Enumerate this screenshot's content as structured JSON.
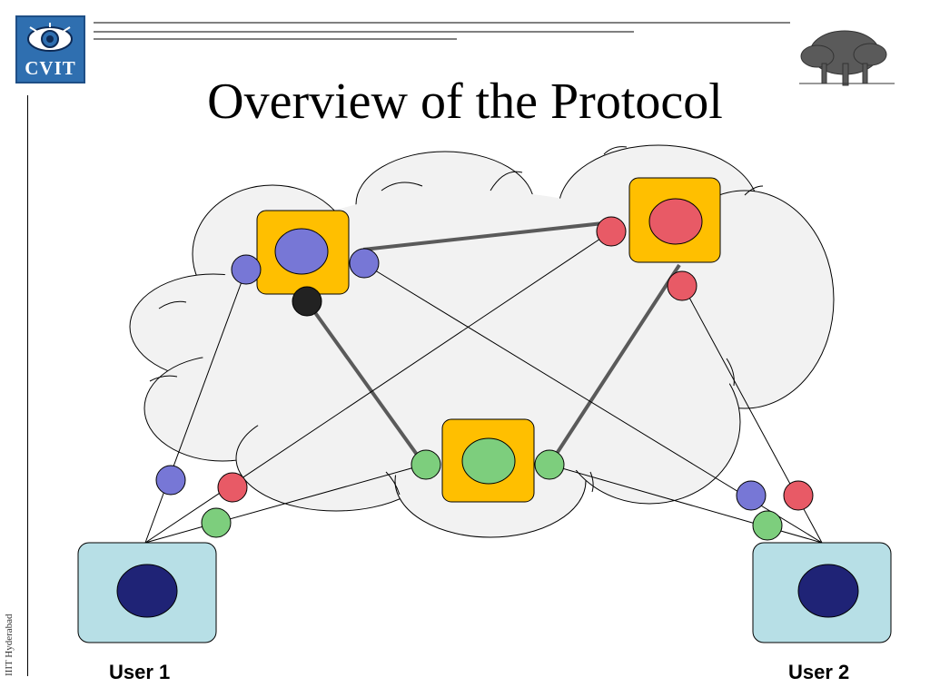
{
  "slide": {
    "title": "Overview of the Protocol",
    "logo_text": "CVIT",
    "side_text": "IIIT Hyderabad"
  },
  "users": [
    {
      "label": "User 1"
    },
    {
      "label": "User 2"
    }
  ],
  "colors": {
    "server_box": "#ffbf00",
    "blue": "#7777d6",
    "red": "#e85a66",
    "green": "#7dce7d",
    "black": "#222222",
    "user_box": "#b7dfe6",
    "user_node": "#1f2376",
    "cloud": "#f2f2f2"
  }
}
